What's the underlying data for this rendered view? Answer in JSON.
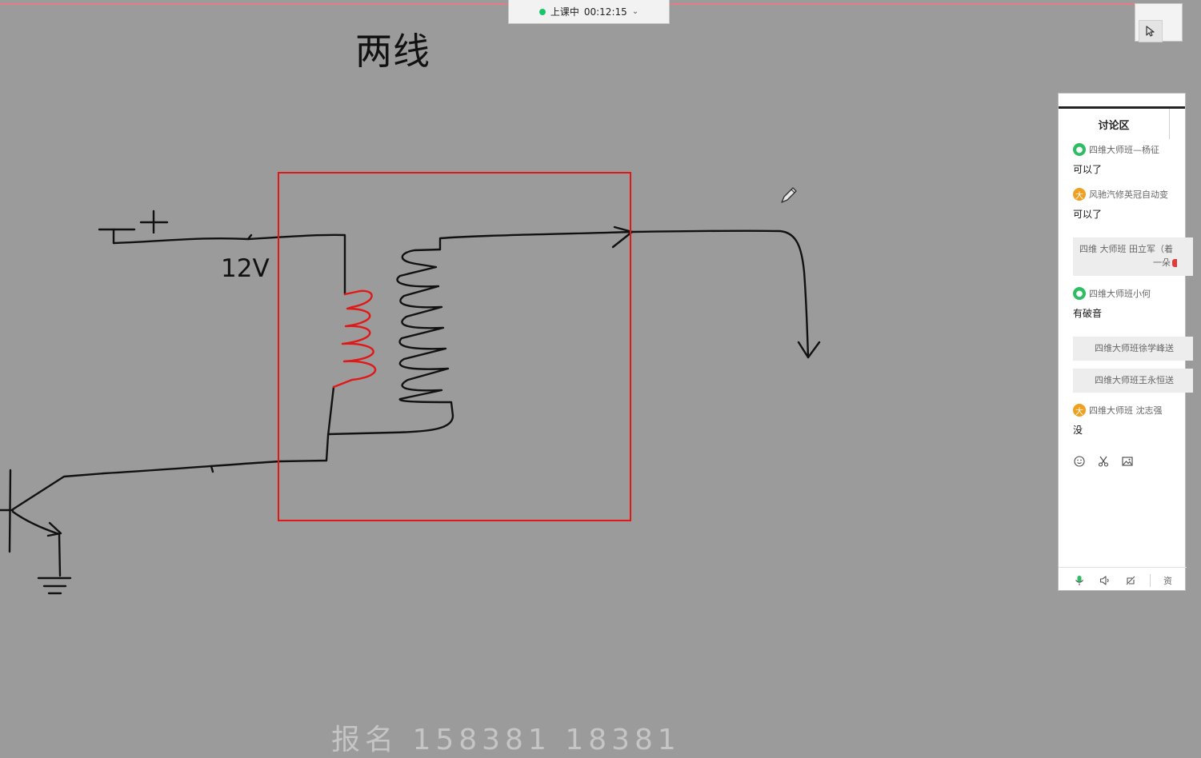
{
  "session": {
    "status_label": "上课中",
    "elapsed_time": "00:12:15",
    "live_color": "#19c46a"
  },
  "board": {
    "title": "两线",
    "voltage_label": "12V",
    "plus_sign": "+",
    "watermark": "报名 158381 18381"
  },
  "toolbar": {
    "pointer_icon": "cursor-arrow-icon"
  },
  "chat": {
    "tab_label": "讨论区",
    "messages": [
      {
        "source": "wechat",
        "author": "四维大师班—杨征",
        "text": "可以了"
      },
      {
        "source": "da",
        "author": "风驰汽修英冠自动变",
        "text": "可以了"
      },
      {
        "source": "wechat",
        "author": "四维大师班小何",
        "text": "有破音"
      },
      {
        "source": "da",
        "author": "四维大师班 沈志强",
        "text": "没"
      }
    ],
    "system_notes": [
      {
        "line1": "四维 大师班 田立军（着",
        "line2": "一朵"
      },
      {
        "line1": "四维大师班徐学峰送"
      },
      {
        "line1": "四维大师班王永恒送"
      }
    ],
    "input_tools": [
      "emoji-icon",
      "scissors-icon",
      "image-icon"
    ],
    "footer": {
      "icons": [
        "microphone-icon",
        "speaker-icon",
        "video-off-icon"
      ],
      "label": "资"
    }
  },
  "colors": {
    "board_bg": "#9b9b9b",
    "ink": "#111111",
    "highlight": "#e01818"
  }
}
